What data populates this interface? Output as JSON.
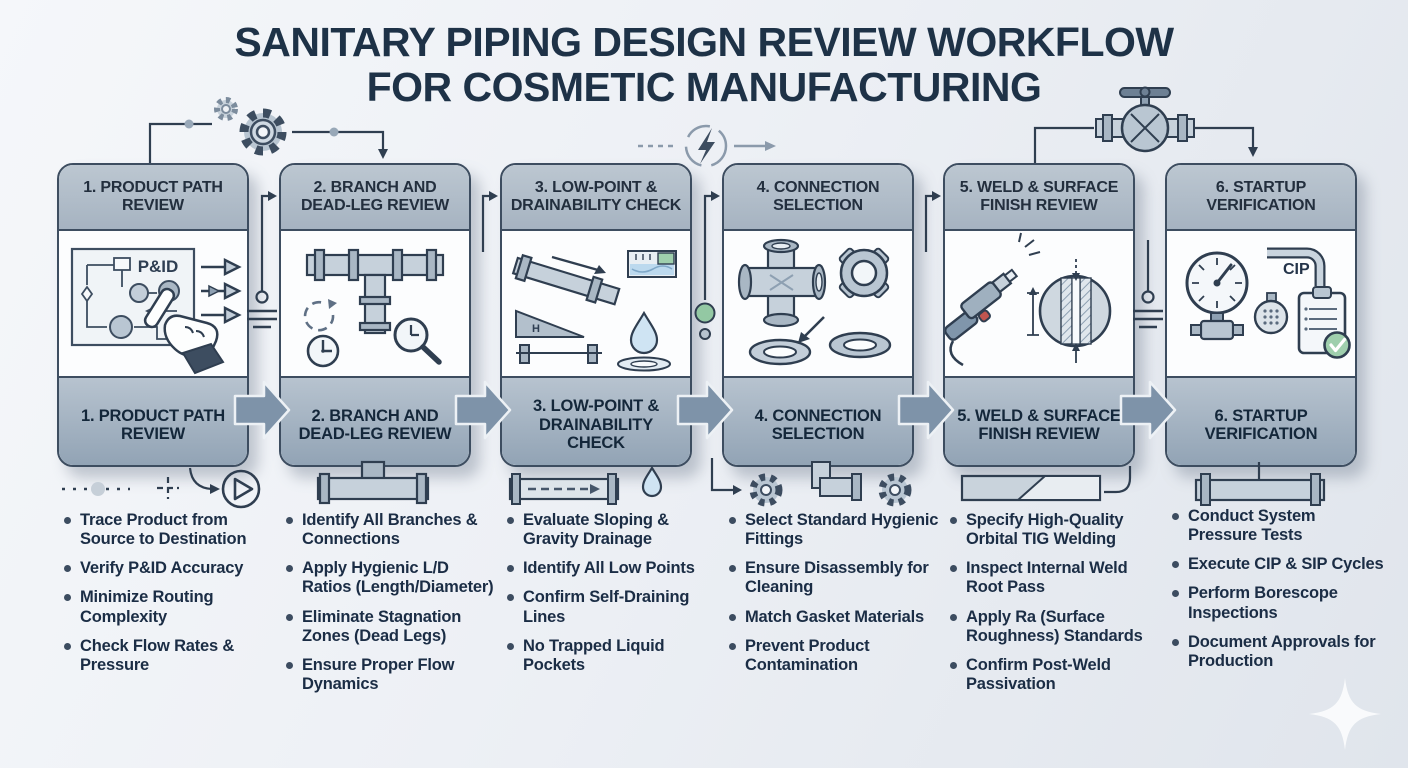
{
  "title": {
    "line1": "SANITARY PIPING DESIGN REVIEW WORKFLOW",
    "line2": "FOR COSMETIC MANUFACTURING"
  },
  "steps": [
    {
      "title": "1. PRODUCT PATH REVIEW",
      "icon": "pid-diagram-hand-icon",
      "icon_text": "P&ID",
      "bullets": [
        "Trace Product from Source to Destination",
        "Verify P&ID Accuracy",
        "Minimize Routing Complexity",
        "Check Flow Rates & Pressure"
      ]
    },
    {
      "title": "2. BRANCH AND DEAD-LEG REVIEW",
      "icon": "pipe-tee-clock-magnifier-icon",
      "bullets": [
        "Identify All Branches & Connections",
        "Apply Hygienic L/D Ratios (Length/Diameter)",
        "Eliminate Stagnation Zones (Dead Legs)",
        "Ensure Proper Flow Dynamics"
      ]
    },
    {
      "title": "3. LOW-POINT & DRAINABILITY CHECK",
      "icon": "sloped-pipe-droplet-icon",
      "icon_text": "H",
      "bullets": [
        "Evaluate Sloping & Gravity Drainage",
        "Identify All Low Points",
        "Confirm Self-Draining Lines",
        "No Trapped Liquid Pockets"
      ]
    },
    {
      "title": "4. CONNECTION SELECTION",
      "icon": "cross-fitting-gaskets-icon",
      "bullets": [
        "Select Standard Hygienic Fittings",
        "Ensure Disassembly for Cleaning",
        "Match Gasket Materials",
        "Prevent Product Contamination"
      ]
    },
    {
      "title": "5. WELD & SURFACE FINISH REVIEW",
      "icon": "tig-torch-weld-seam-icon",
      "bullets": [
        "Specify High-Quality Orbital TIG Welding",
        "Inspect Internal Weld Root Pass",
        "Apply Ra (Surface Roughness) Standards",
        "Confirm Post-Weld Passivation"
      ]
    },
    {
      "title": "6. STARTUP VERIFICATION",
      "icon": "gauge-cip-clipboard-icon",
      "icon_text": "CIP",
      "bullets": [
        "Conduct System Pressure Tests",
        "Execute CIP & SIP Cycles",
        "Perform Borescope Inspections",
        "Document Approvals for Production"
      ]
    }
  ],
  "decorations": {
    "top_icons": [
      "gears-icon",
      "lightning-bolt-icon",
      "pipe-valve-icon"
    ],
    "bottom_icons": [
      "flow-start-play-icon",
      "tee-fitting-icon",
      "drain-arrow-pipe-droplet-icon",
      "gears-elbow-pipe-icon",
      "polished-surface-icon",
      "flanged-pipe-icon"
    ],
    "sparkle": "four-point-star"
  },
  "colors": {
    "background": "#ecf0f4",
    "card_header": "#aebac6",
    "card_body": "#fbfcfd",
    "card_footer": "#9fb0c0",
    "card_border": "#3d4d60",
    "arrow": "#7e93a9",
    "title_text": "#1e3247",
    "bullet_text": "#1b2d45",
    "accent_green": "#93c8a3",
    "water_blue": "#bcd9ee"
  }
}
